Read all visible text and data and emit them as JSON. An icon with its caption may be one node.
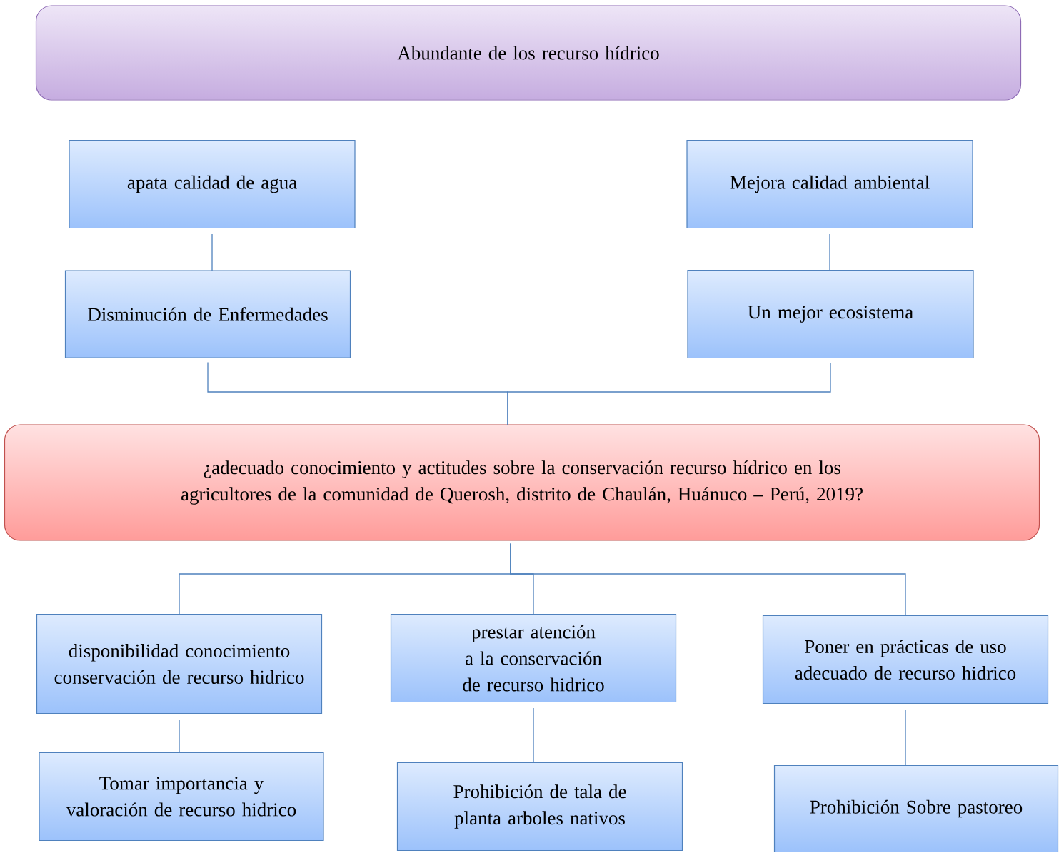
{
  "diagram": {
    "nodes": [
      {
        "text": [
          "Abundante de los recurso hídrico"
        ]
      },
      {
        "text": [
          "apata calidad de agua"
        ]
      },
      {
        "text": [
          "Mejora calidad ambiental"
        ]
      },
      {
        "text": [
          "Disminución de Enfermedades"
        ]
      },
      {
        "text": [
          "Un mejor ecosistema"
        ]
      },
      {
        "text": [
          "¿adecuado conocimiento y actitudes sobre la conservación recurso hídrico en los agricultores de la comunidad de Querosh, distrito de Chaulán, Huánuco – Perú, 2019?"
        ]
      },
      {
        "text": [
          "disponibilidad conocimiento conservación de recurso hidrico"
        ]
      },
      {
        "text": [
          "prestar atención a la conservación de recurso hidrico"
        ]
      },
      {
        "text": [
          "Poner en prácticas de uso adecuado de recurso hidrico"
        ]
      },
      {
        "text": [
          "Tomar importancia y valoración de recurso hidrico"
        ]
      },
      {
        "text": [
          "Prohibición de tala de planta arboles nativos"
        ]
      },
      {
        "text": [
          "Prohibición Sobre pastoreo"
        ]
      }
    ],
    "edges": [
      {
        "from": 1,
        "to": 3,
        "arrow": "none"
      },
      {
        "from": 2,
        "to": 4,
        "arrow": "none"
      },
      {
        "from": 3,
        "to": 5,
        "arrow": "none"
      },
      {
        "from": 4,
        "to": 5,
        "arrow": "none"
      },
      {
        "from": 5,
        "to": 6,
        "arrow": "none"
      },
      {
        "from": 5,
        "to": 7,
        "arrow": "none"
      },
      {
        "from": 5,
        "to": 8,
        "arrow": "none"
      },
      {
        "from": 6,
        "to": 9,
        "arrow": "none"
      },
      {
        "from": 7,
        "to": 10,
        "arrow": "none"
      },
      {
        "from": 8,
        "to": 11,
        "arrow": "none"
      }
    ]
  }
}
